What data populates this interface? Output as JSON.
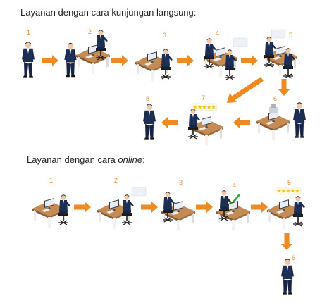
{
  "section1": {
    "title": "Layanan dengan cara kunjungan langsung:",
    "steps": [
      "1",
      "2",
      "3",
      "4",
      "5",
      "6",
      "7",
      "8"
    ]
  },
  "section2": {
    "title_prefix": "Layanan dengan cara ",
    "title_emphasis": "online",
    "title_suffix": ":",
    "steps": [
      "1",
      "2",
      "3",
      "4",
      "5",
      "6"
    ]
  },
  "colors": {
    "arrow": "#ef8a22",
    "number": "#e8892a",
    "suit": "#1e2f55",
    "desk": "#a06a3c",
    "desk_top": "#c58b55",
    "check": "#3aa43a",
    "star": "#f6c21c"
  },
  "icons": {
    "arrow": "arrow-right-icon",
    "check": "check-icon",
    "stars": "five-star-rating-icon",
    "speech": "speech-bubble-icon"
  }
}
